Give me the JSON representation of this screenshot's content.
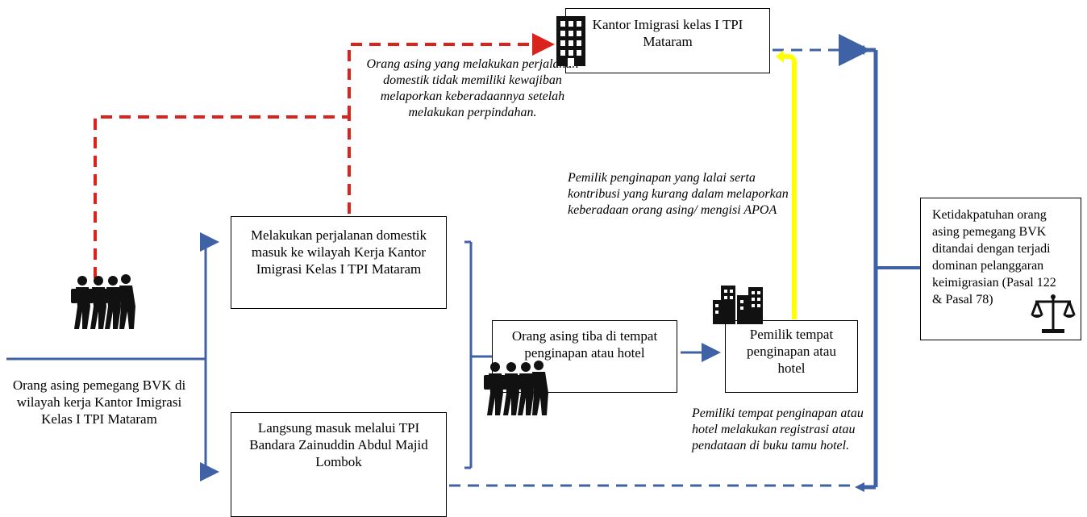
{
  "nodes": {
    "kantor": "Kantor Imigrasi kelas I TPI Mataram",
    "domestik": "Melakukan perjalanan domestik masuk ke wilayah Kerja Kantor Imigrasi Kelas I TPI Mataram",
    "langsung": "Langsung masuk melalui TPI Bandara Zainuddin Abdul Majid Lombok",
    "tiba": "Orang asing tiba di tempat penginapan atau hotel",
    "pemilik": "Pemilik tempat penginapan atau hotel",
    "ketidakpatuhan": "Ketidakpatuhan orang asing pemegang BVK ditandai dengan terjadi dominan pelanggaran keimigrasian (Pasal 122 & Pasal 78)"
  },
  "labels": {
    "start": "Orang asing pemegang BVK di wilayah kerja Kantor Imigrasi Kelas I TPI Mataram",
    "domestic_note": "Orang asing yang melakukan perjalanan domestik tidak memiliki kewajiban melaporkan keberadaannya setelah melakukan perpindahan.",
    "owner_note": "Pemilik penginapan yang lalai serta kontribusi yang kurang dalam melaporkan keberadaan orang asing/ mengisi APOA",
    "registration_note": "Pemiliki tempat penginapan atau hotel melakukan registrasi atau pendataan di buku tamu hotel."
  },
  "icons": [
    "building-icon",
    "hikers-icon",
    "city-buildings-icon",
    "scales-icon"
  ],
  "colors": {
    "blue": "#3f62a6",
    "red": "#d9231c",
    "yellow": "#ffff00"
  }
}
